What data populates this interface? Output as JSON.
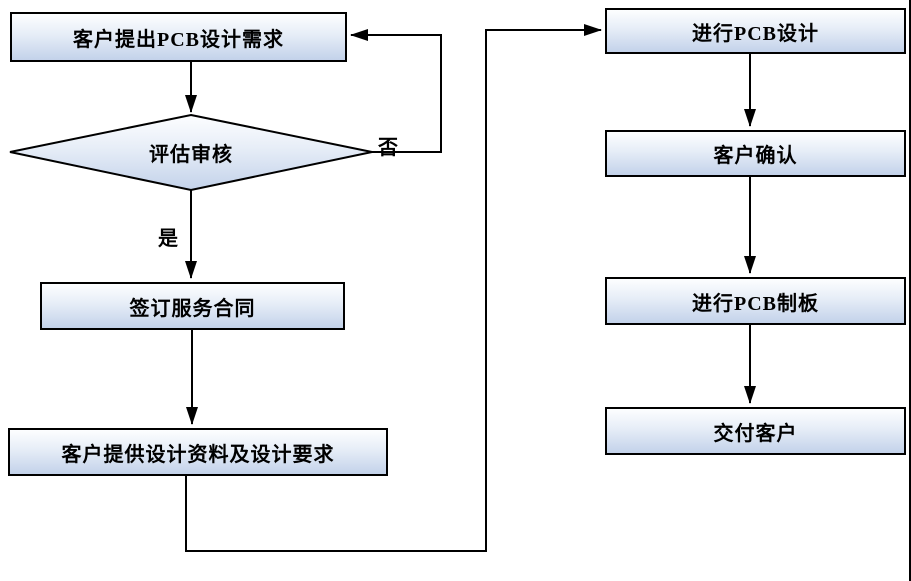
{
  "diagram": {
    "type": "flowchart",
    "colors": {
      "node_fill_top": "#fdfeff",
      "node_fill_bottom": "#c3d2ea",
      "border": "#000000",
      "background": "#ffffff",
      "text": "#000000"
    },
    "nodes": {
      "request": {
        "label": "客户提出PCB设计需求",
        "shape": "rect"
      },
      "review": {
        "label": "评估审核",
        "shape": "diamond"
      },
      "contract": {
        "label": "签订服务合同",
        "shape": "rect"
      },
      "materials": {
        "label": "客户提供设计资料及设计要求",
        "shape": "rect"
      },
      "design": {
        "label": "进行PCB设计",
        "shape": "rect"
      },
      "confirm": {
        "label": "客户确认",
        "shape": "rect"
      },
      "board": {
        "label": "进行PCB制板",
        "shape": "rect"
      },
      "deliver": {
        "label": "交付客户",
        "shape": "rect"
      }
    },
    "edge_labels": {
      "no": "否",
      "yes": "是"
    }
  }
}
